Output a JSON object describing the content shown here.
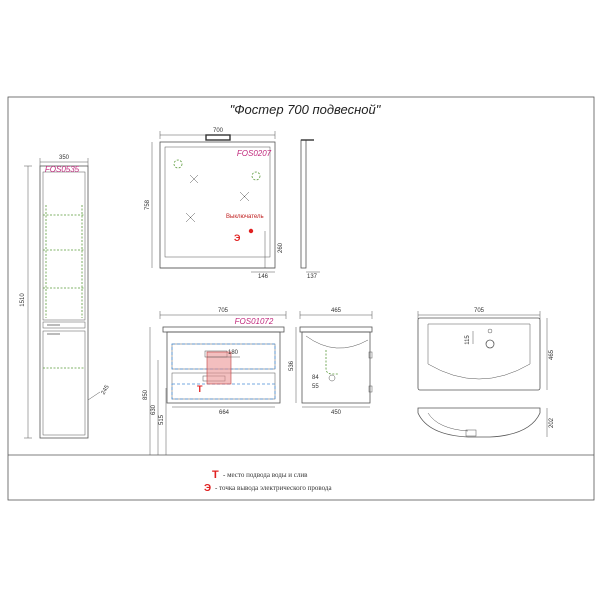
{
  "title": "\"Фостер 700 подвесной\"",
  "pencil_case": {
    "code": "FOS0535",
    "width": "350",
    "height": "1510",
    "depth": "245"
  },
  "mirror": {
    "code": "FOS0207",
    "width": "700",
    "height": "758",
    "switch_label": "Выключатель",
    "switch_height": "260",
    "switch_offset": "146",
    "side_depth": "137"
  },
  "vanity": {
    "code": "FOS01072",
    "width": "705",
    "inner_width": "664",
    "inner_offset": "180",
    "heights": [
      "850",
      "630",
      "515"
    ]
  },
  "vanity_side": {
    "depth_top": "465",
    "depth_bottom": "450",
    "height": "536",
    "dim_a": "84",
    "dim_b": "55"
  },
  "basin": {
    "width": "705",
    "depth": "465",
    "height": "202",
    "tap_offset": "115"
  },
  "legend": {
    "t_symbol": "Т",
    "t_text": "- место подвода воды и слив",
    "e_symbol": "Э",
    "e_text": "- точка вывода электрического провода"
  },
  "colors": {
    "line": "#555555",
    "code": "#c0287c",
    "marker": "#e02020",
    "dashed": "#4a8fd6",
    "decor": "#5a9a3a"
  }
}
